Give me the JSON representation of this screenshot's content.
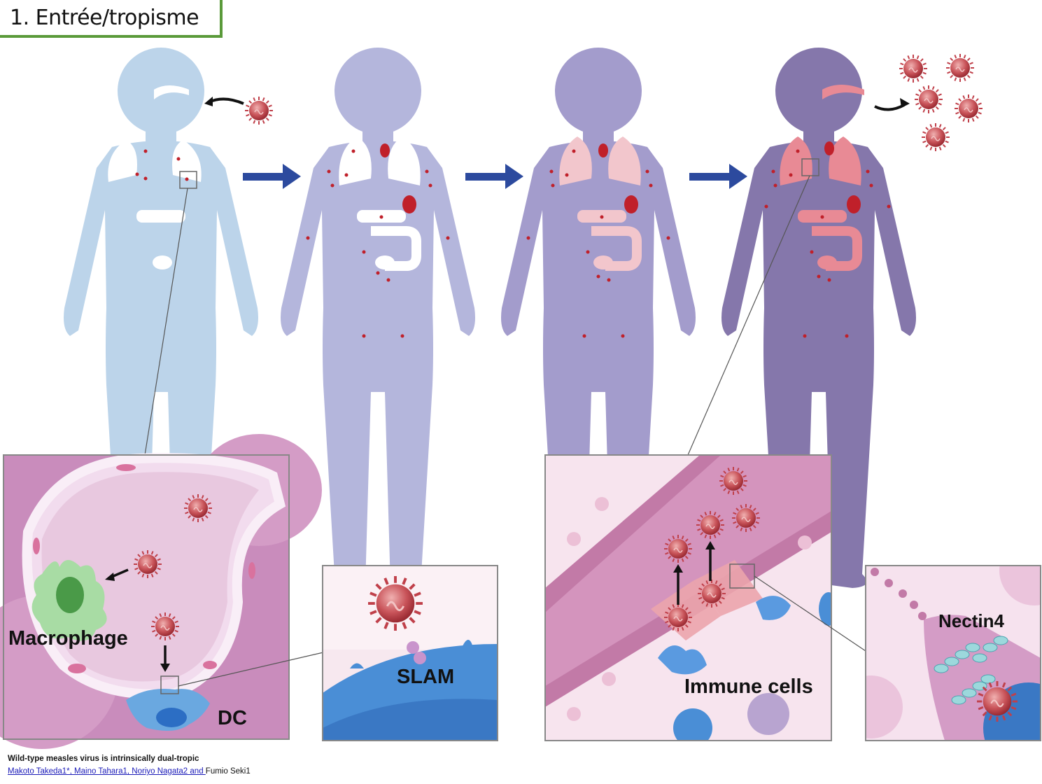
{
  "header": {
    "title": "1. Entrée/tropisme"
  },
  "stages": [
    {
      "name": "stage-1-entry",
      "body_color": "#bcd4ea",
      "organ_color": "#ffffff"
    },
    {
      "name": "stage-2-spread",
      "body_color": "#b4b6dc",
      "organ_color": "#ffffff"
    },
    {
      "name": "stage-3-dissemination",
      "body_color": "#a39ccc",
      "organ_color": "#f2c6cc"
    },
    {
      "name": "stage-4-shedding",
      "body_color": "#8577ab",
      "organ_color": "#e88a95"
    }
  ],
  "colors": {
    "arrow": "#2c4a9e",
    "virus": "#c0404a",
    "frame": "#555555",
    "title_border": "#5a9a3a"
  },
  "panels": {
    "alveolus": {
      "macrophage_label": "Macrophage",
      "dc_label": "DC"
    },
    "slam": {
      "receptor_label": "SLAM"
    },
    "epithelium": {
      "immune_label": "Immune cells"
    },
    "nectin": {
      "receptor_label": "Nectin4"
    }
  },
  "citation": {
    "title": "Wild-type measles virus is intrinsically dual-tropic",
    "authors_linked": "Makoto Takeda1*, Maino Tahara1, Noriyo Nagata2 and ",
    "authors_plain": "Fumio Seki1"
  }
}
